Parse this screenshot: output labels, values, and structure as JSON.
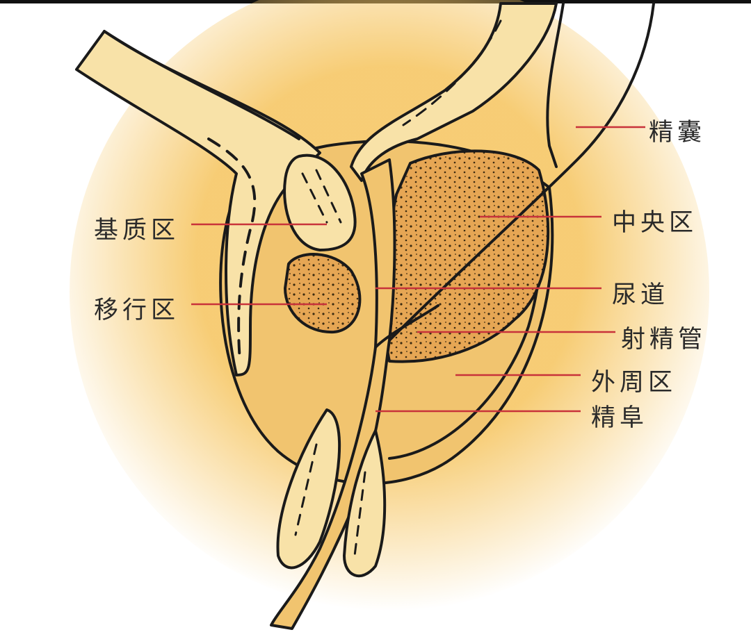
{
  "labels": {
    "seminal_vesicle": "精囊",
    "central_zone": "中央区",
    "urethra": "尿道",
    "ejaculatory_duct": "射精管",
    "peripheral_zone": "外周区",
    "verumontanum": "精阜",
    "stroma": "基质区",
    "transition_zone": "移行区"
  },
  "colors": {
    "glow": "#f6c766",
    "gland": "#f1c46f",
    "light": "#f8e2a8",
    "dotted": "#e6a654",
    "outline": "#1a1a1a",
    "leader": "#c8323a"
  }
}
